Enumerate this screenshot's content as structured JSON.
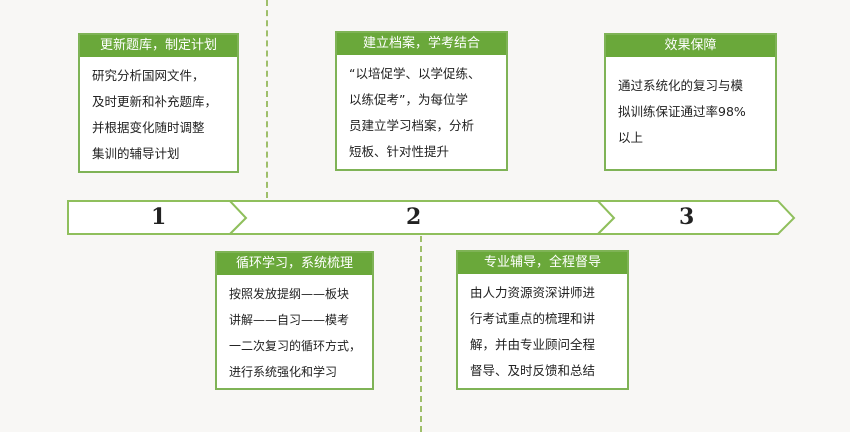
{
  "steps": [
    {
      "number": "1"
    },
    {
      "number": "2"
    },
    {
      "number": "3"
    }
  ],
  "cards": [
    {
      "title": "更新题库，制定计划",
      "body": "研究分析国网文件，\n及时更新和补充题库，\n并根据变化随时调整\n集训的辅导计划"
    },
    {
      "title": "建立档案，学考结合",
      "body": "“以培促学、以学促练、\n以练促考”，为每位学\n员建立学习档案，分析\n短板、针对性提升"
    },
    {
      "title": "效果保障",
      "body": "通过系统化的复习与模\n拟训练保证通过率98%\n以上"
    },
    {
      "title": "循环学习，系统梳理",
      "body": "按照发放提纲——板块\n讲解——自习——模考\n一二次复习的循环方式，\n进行系统强化和学习"
    },
    {
      "title": "专业辅导，全程督导",
      "body": "由人力资源资深讲师进\n行考试重点的梳理和讲\n解，并由专业顾问全程\n督导、及时反馈和总结"
    }
  ],
  "colors": {
    "accent": "#6aa83a",
    "border": "#7fb356",
    "background": "#f8f7f5"
  }
}
